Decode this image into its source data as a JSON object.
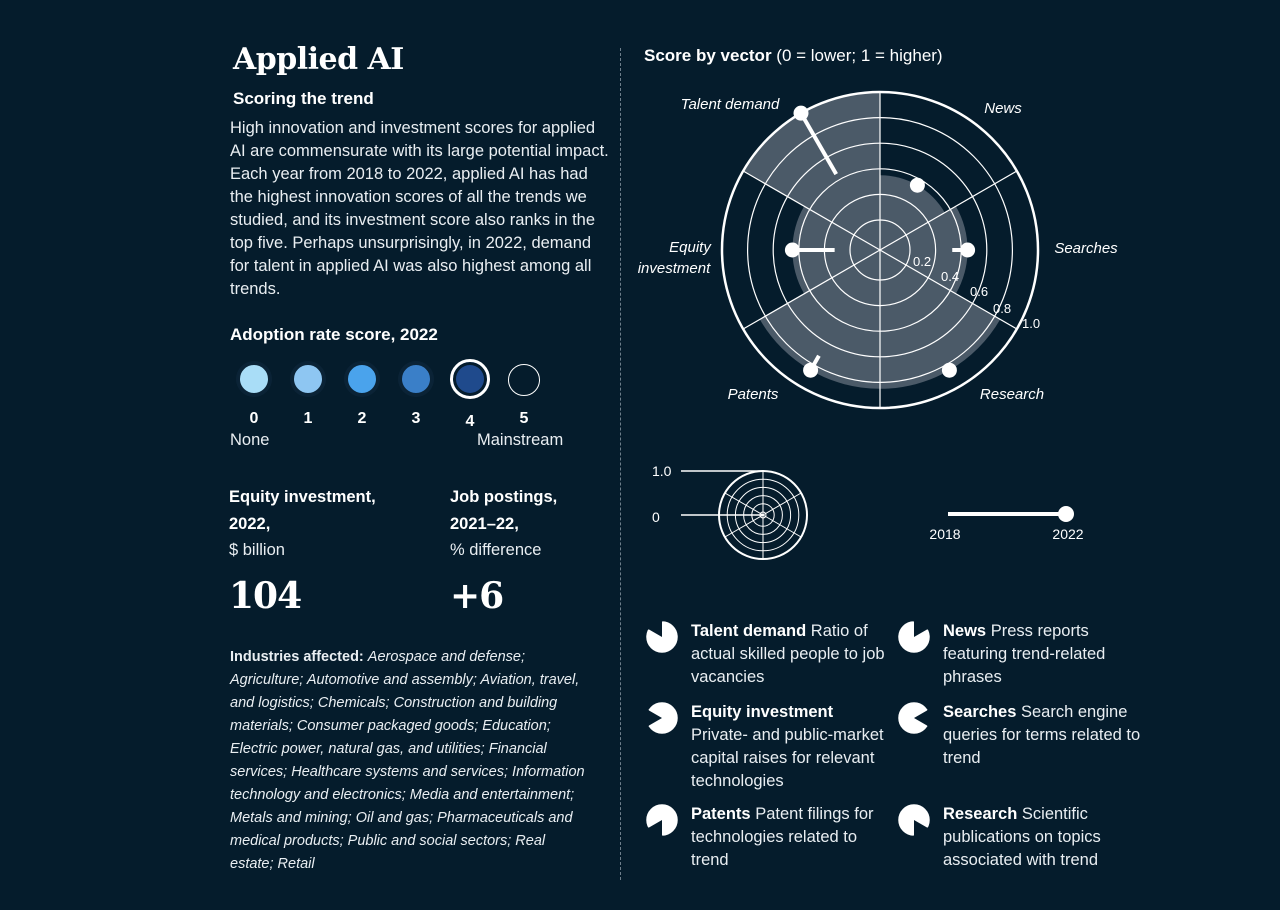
{
  "header": {
    "title": "Applied AI",
    "subtitle": "Scoring the trend",
    "intro": "High innovation and investment scores for applied AI are commensurate with its large potential impact. Each year from 2018 to 2022, applied AI has had the highest innovation scores of all the trends we studied, and its investment score also ranks in the top five. Perhaps unsurprisingly, in 2022, demand for talent in applied AI was also highest among all trends."
  },
  "adoption": {
    "title": "Adoption rate score, 2022",
    "levels": [
      {
        "label": "0",
        "color": "#a9ddf7"
      },
      {
        "label": "1",
        "color": "#8ec6f2"
      },
      {
        "label": "2",
        "color": "#4aa3ec"
      },
      {
        "label": "3",
        "color": "#3a7fc8"
      },
      {
        "label": "4",
        "color": "#1f4a8c"
      },
      {
        "label": "5",
        "color": "#051c2c"
      }
    ],
    "selected": 4,
    "low_label": "None",
    "high_label": "Mainstream"
  },
  "metrics": {
    "equity": {
      "line1": "Equity investment,",
      "line2": "2022,",
      "unit": "$ billion",
      "value": "104"
    },
    "jobs": {
      "line1": "Job postings,",
      "line2": "2021–22,",
      "unit": "% difference",
      "value": "+6"
    }
  },
  "industries": {
    "label": "Industries affected:",
    "text": "Aerospace and defense; Agriculture; Automotive and assembly; Aviation, travel, and logistics;  Chemicals; Construction and building materials; Consumer packaged goods; Education; Electric power, natural gas, and utilities; Financial services; Healthcare systems and services; Information technology and electronics; Media and entertainment; Metals and mining; Oil and gas; Pharmaceuticals and medical products; Public and social sectors; Real estate; Retail"
  },
  "radar": {
    "title_bold": "Score by vector",
    "title_rest": " (0 = lower; 1 = higher)"
  },
  "chart_data": {
    "type": "radar",
    "sectors": [
      "News",
      "Searches",
      "Research",
      "Patents",
      "Equity investment",
      "Talent demand"
    ],
    "ring_ticks": [
      "0.2",
      "0.4",
      "0.6",
      "0.8",
      "1.0"
    ],
    "range": [
      0,
      1
    ],
    "series": [
      {
        "name": "2022",
        "values": [
          0.35,
          0.45,
          0.85,
          0.85,
          0.45,
          1.0
        ]
      },
      {
        "name": "2018",
        "values": [
          0.32,
          0.33,
          0.82,
          0.72,
          0.12,
          0.45
        ]
      }
    ],
    "key": {
      "scale_top": "1.0",
      "scale_bottom": "0",
      "year_start": "2018",
      "year_end": "2022"
    },
    "colors": {
      "background": "#051c2c",
      "fill": "#4b5a68",
      "line": "#ffffff"
    }
  },
  "legend": [
    {
      "bold": "Talent demand",
      "text": " Ratio of actual skilled people to job vacancies"
    },
    {
      "bold": "News",
      "text": " Press reports featuring trend-related phrases"
    },
    {
      "bold": "Equity investment",
      "text": " Private- and public-market capital raises for relevant technologies"
    },
    {
      "bold": "Searches",
      "text": " Search engine queries for terms related to trend"
    },
    {
      "bold": "Patents",
      "text": " Patent filings for technologies related to trend"
    },
    {
      "bold": "Research",
      "text": " Scientific publications on topics associated with trend"
    }
  ]
}
